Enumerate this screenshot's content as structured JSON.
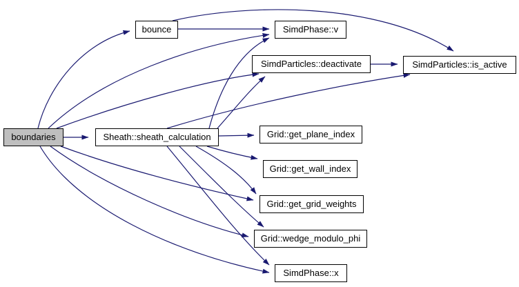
{
  "diagram": {
    "type": "call-graph",
    "background_color": "#ffffff",
    "edge_color": "#191970",
    "node_border_color": "#000000",
    "node_fill_color": "#ffffff",
    "root_node_fill_color": "#bfbfbf",
    "nodes": [
      {
        "id": "boundaries",
        "label": "boundaries",
        "highlighted": true
      },
      {
        "id": "bounce",
        "label": "bounce",
        "highlighted": false
      },
      {
        "id": "simdphase-v",
        "label": "SimdPhase::v",
        "highlighted": false
      },
      {
        "id": "simdparticles-deactivate",
        "label": "SimdParticles::deactivate",
        "highlighted": false
      },
      {
        "id": "simdparticles-is-active",
        "label": "SimdParticles::is_active",
        "highlighted": false
      },
      {
        "id": "sheath-sheath-calculation",
        "label": "Sheath::sheath_calculation",
        "highlighted": false
      },
      {
        "id": "grid-get-plane-index",
        "label": "Grid::get_plane_index",
        "highlighted": false
      },
      {
        "id": "grid-get-wall-index",
        "label": "Grid::get_wall_index",
        "highlighted": false
      },
      {
        "id": "grid-get-grid-weights",
        "label": "Grid::get_grid_weights",
        "highlighted": false
      },
      {
        "id": "grid-wedge-modulo-phi",
        "label": "Grid::wedge_modulo_phi",
        "highlighted": false
      },
      {
        "id": "simdphase-x",
        "label": "SimdPhase::x",
        "highlighted": false
      }
    ],
    "edges": [
      {
        "from": "boundaries",
        "to": "bounce"
      },
      {
        "from": "boundaries",
        "to": "simdphase-v"
      },
      {
        "from": "boundaries",
        "to": "simdparticles-deactivate"
      },
      {
        "from": "boundaries",
        "to": "sheath-sheath-calculation"
      },
      {
        "from": "boundaries",
        "to": "grid-get-grid-weights"
      },
      {
        "from": "boundaries",
        "to": "grid-wedge-modulo-phi"
      },
      {
        "from": "boundaries",
        "to": "simdphase-x"
      },
      {
        "from": "bounce",
        "to": "simdphase-v"
      },
      {
        "from": "bounce",
        "to": "simdparticles-is-active"
      },
      {
        "from": "sheath-sheath-calculation",
        "to": "simdphase-v"
      },
      {
        "from": "sheath-sheath-calculation",
        "to": "simdparticles-deactivate"
      },
      {
        "from": "sheath-sheath-calculation",
        "to": "simdparticles-is-active"
      },
      {
        "from": "sheath-sheath-calculation",
        "to": "grid-get-plane-index"
      },
      {
        "from": "sheath-sheath-calculation",
        "to": "grid-get-wall-index"
      },
      {
        "from": "sheath-sheath-calculation",
        "to": "grid-get-grid-weights"
      },
      {
        "from": "sheath-sheath-calculation",
        "to": "grid-wedge-modulo-phi"
      },
      {
        "from": "sheath-sheath-calculation",
        "to": "simdphase-x"
      },
      {
        "from": "simdparticles-deactivate",
        "to": "simdparticles-is-active"
      }
    ]
  }
}
